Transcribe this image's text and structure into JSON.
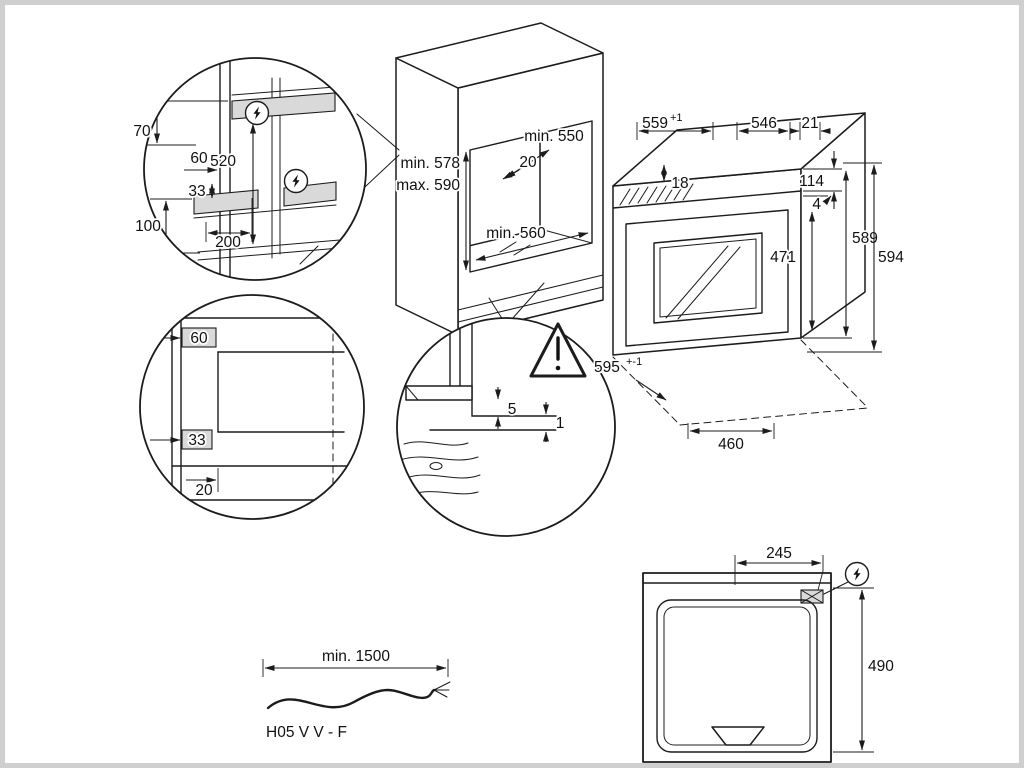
{
  "colors": {
    "line": "#1c1c1c",
    "shade": "#d9d9d9",
    "background": "#ffffff",
    "frame": "#cfcfcf"
  },
  "icons": {
    "power": "lightning-bolt-in-circle",
    "warning": "exclamation-triangle"
  },
  "detail_top_left": {
    "d70": "70",
    "d60": "60",
    "d520": "520",
    "d33": "33",
    "d100": "100",
    "d200": "200"
  },
  "detail_mid_left": {
    "d60": "60",
    "d33": "33",
    "d20": "20"
  },
  "cabinet": {
    "height_min": "min. 578",
    "height_max": "max. 590",
    "depth_min": "min. 550",
    "gap_back": "20",
    "width_min": "min. 560"
  },
  "detail_vent": {
    "gap5": "5",
    "gap1": "1"
  },
  "oven": {
    "w559": "559",
    "w559_sup": "+1",
    "d546": "546",
    "d21": "21",
    "d18": "18",
    "d114": "114",
    "d4": "4",
    "d589": "589",
    "d594": "594",
    "d471": "471",
    "w595": "595",
    "w595_sup": "+-1",
    "d460": "460"
  },
  "cable": {
    "length": "min. 1500",
    "spec": "H05 V V - F"
  },
  "top_view": {
    "d245": "245",
    "d490": "490"
  }
}
